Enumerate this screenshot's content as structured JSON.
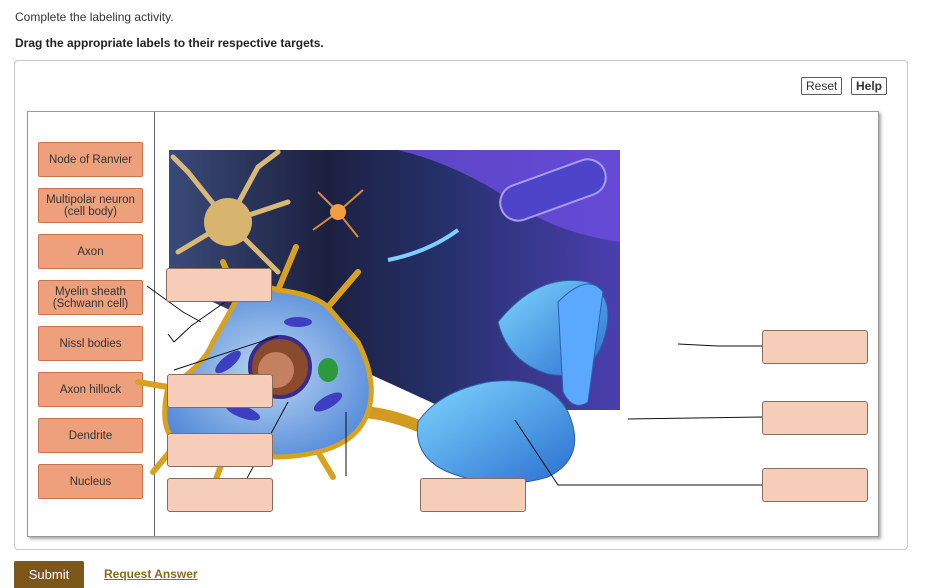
{
  "instructions": {
    "line1": "Complete the labeling activity.",
    "line2": "Drag the appropriate labels to their respective targets."
  },
  "toolbar": {
    "reset_label": "Reset",
    "help_label": "Help"
  },
  "labels": [
    "Node of Ranvier",
    "Multipolar neuron\n(cell body)",
    "Axon",
    "Myelin sheath\n(Schwann cell)",
    "Nissl bodies",
    "Axon hillock",
    "Dendrite",
    "Nucleus"
  ],
  "colors": {
    "label_fill": "#eea07d",
    "target_fill": "#f5cdb8",
    "submit_fill": "#7d5719"
  },
  "footer": {
    "submit_label": "Submit",
    "request_answer_label": "Request Answer"
  }
}
